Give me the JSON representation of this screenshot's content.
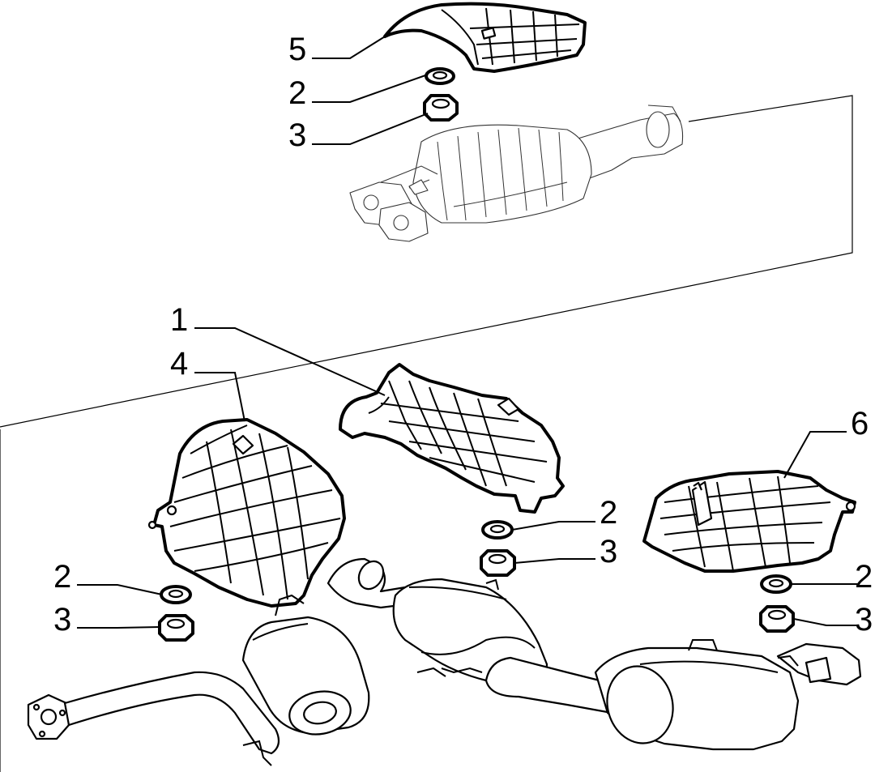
{
  "diagram": {
    "callouts": [
      {
        "id": "c5",
        "label": "5"
      },
      {
        "id": "c2a",
        "label": "2"
      },
      {
        "id": "c3a",
        "label": "3"
      },
      {
        "id": "c1",
        "label": "1"
      },
      {
        "id": "c4",
        "label": "4"
      },
      {
        "id": "c6",
        "label": "6"
      },
      {
        "id": "c2b",
        "label": "2"
      },
      {
        "id": "c3b",
        "label": "3"
      },
      {
        "id": "c2c",
        "label": "2"
      },
      {
        "id": "c3c",
        "label": "3"
      },
      {
        "id": "c2d",
        "label": "2"
      },
      {
        "id": "c3d",
        "label": "3"
      }
    ]
  }
}
